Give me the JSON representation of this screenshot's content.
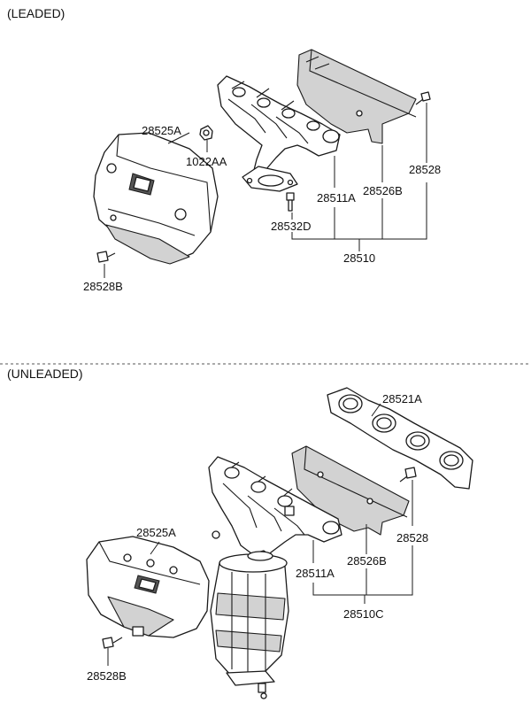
{
  "sections": {
    "leaded": {
      "title": "(LEADED)",
      "labels": {
        "heat_protector": "28525A",
        "nut": "1022AA",
        "stud": "28532D",
        "manifold": "28511A",
        "heat_shield": "28526B",
        "bolt": "28528",
        "assembly": "28510",
        "protector_bolt": "28528B"
      }
    },
    "unleaded": {
      "title": "(UNLEADED)",
      "labels": {
        "gasket": "28521A",
        "heat_protector": "28525A",
        "manifold": "28511A",
        "heat_shield": "28526B",
        "bolt": "28528",
        "assembly": "28510C",
        "protector_bolt": "28528B"
      }
    }
  }
}
